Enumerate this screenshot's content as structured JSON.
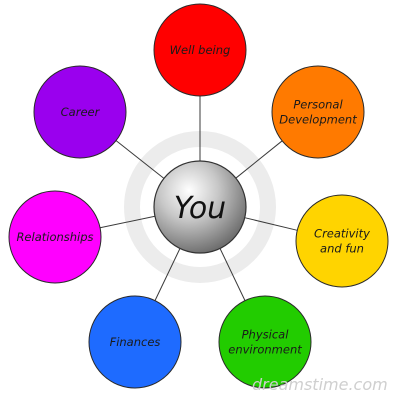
{
  "center": {
    "label": "You"
  },
  "nodes": [
    {
      "id": "well-being",
      "lines": [
        "Well being"
      ],
      "color": "#ff0000"
    },
    {
      "id": "personal-development",
      "lines": [
        "Personal",
        "Development"
      ],
      "color": "#ff7a00"
    },
    {
      "id": "creativity-and-fun",
      "lines": [
        "Creativity",
        "and fun"
      ],
      "color": "#ffd400"
    },
    {
      "id": "physical-environment",
      "lines": [
        "Physical",
        "environment"
      ],
      "color": "#22cc00"
    },
    {
      "id": "finances",
      "lines": [
        "Finances"
      ],
      "color": "#1e6bff"
    },
    {
      "id": "relationships",
      "lines": [
        "Relationships"
      ],
      "color": "#ff00ff"
    },
    {
      "id": "career",
      "lines": [
        "Career"
      ],
      "color": "#9a00ee"
    }
  ],
  "watermark": {
    "text": "dreamstime.com"
  }
}
